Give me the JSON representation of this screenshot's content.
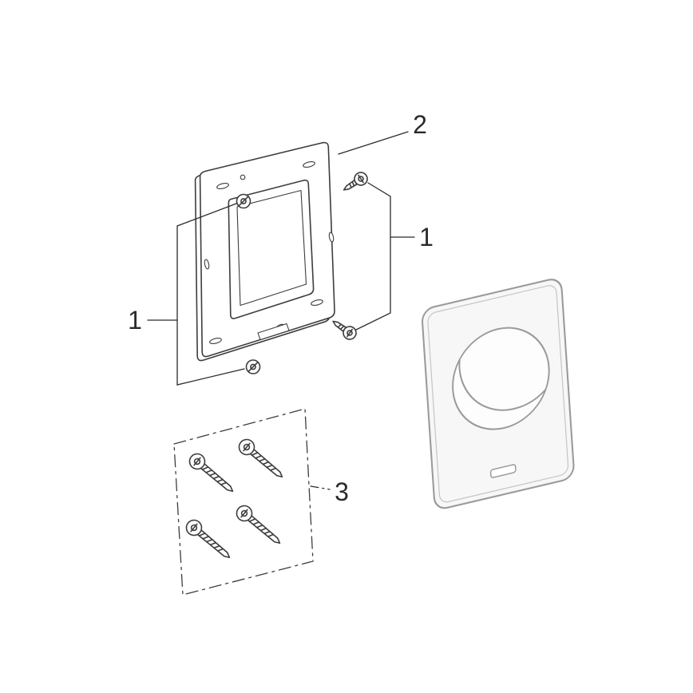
{
  "diagram": {
    "kind": "exploded-assembly-diagram",
    "background": "#ffffff",
    "line_color": "#3d3d3d",
    "callout_color": "#2b2b2b",
    "plate_line_color": "#9a9a9a",
    "callouts": [
      {
        "label": "2",
        "points_to": "mounting-frame"
      },
      {
        "label": "1",
        "points_to": "mounting-screws-right"
      },
      {
        "label": "1",
        "points_to": "mounting-screws-left"
      },
      {
        "label": "3",
        "points_to": "screw-kit"
      }
    ],
    "parts": [
      {
        "name": "mounting-frame"
      },
      {
        "name": "mounting-screws",
        "count": 4
      },
      {
        "name": "screw-kit",
        "count": 4
      },
      {
        "name": "flush-plate"
      }
    ]
  }
}
